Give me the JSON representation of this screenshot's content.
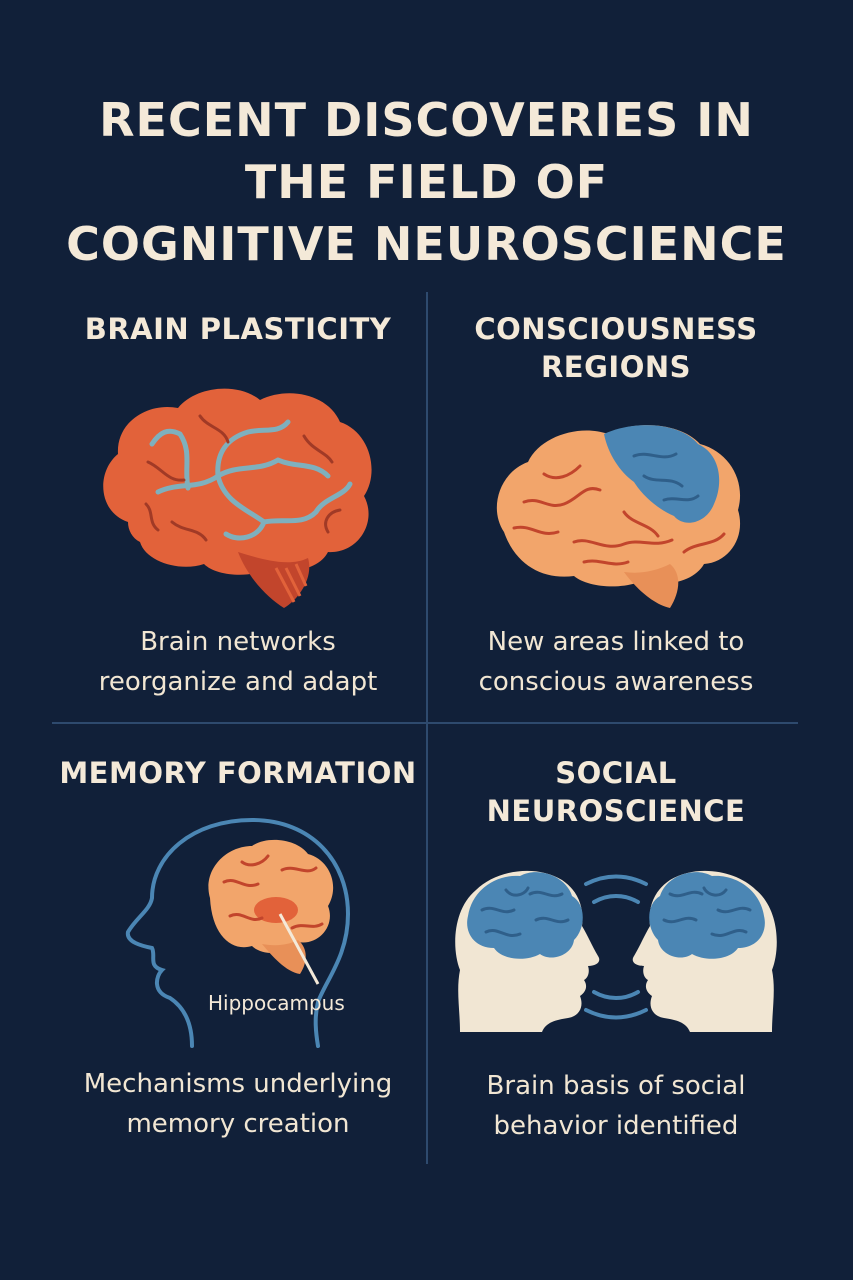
{
  "title": {
    "line1": "RECENT DISCOVERIES IN",
    "line2": "THE FIELD OF",
    "line3": "COGNITIVE NEUROSCIENCE"
  },
  "quadrants": [
    {
      "heading": [
        "BRAIN PLASTICITY"
      ],
      "caption": [
        "Brain networks",
        "reorganize and adapt"
      ]
    },
    {
      "heading": [
        "CONSCIOUSNESS",
        "REGIONS"
      ],
      "caption": [
        "New areas linked to",
        "conscious awareness"
      ]
    },
    {
      "heading": [
        "MEMORY FORMATION"
      ],
      "caption": [
        "Mechanisms underlying",
        "memory creation"
      ],
      "label": "Hippocampus"
    },
    {
      "heading": [
        "SOCIAL",
        "NEUROSCIENCE"
      ],
      "caption": [
        "Brain basis of social",
        "behavior identified"
      ]
    }
  ],
  "colors": {
    "background": "#112039",
    "text": "#f4e9d8",
    "brain_red": "#e2623a",
    "brain_orange": "#f2a56b",
    "brain_blue": "#4b86b4",
    "head_cream": "#f1e6d3"
  }
}
